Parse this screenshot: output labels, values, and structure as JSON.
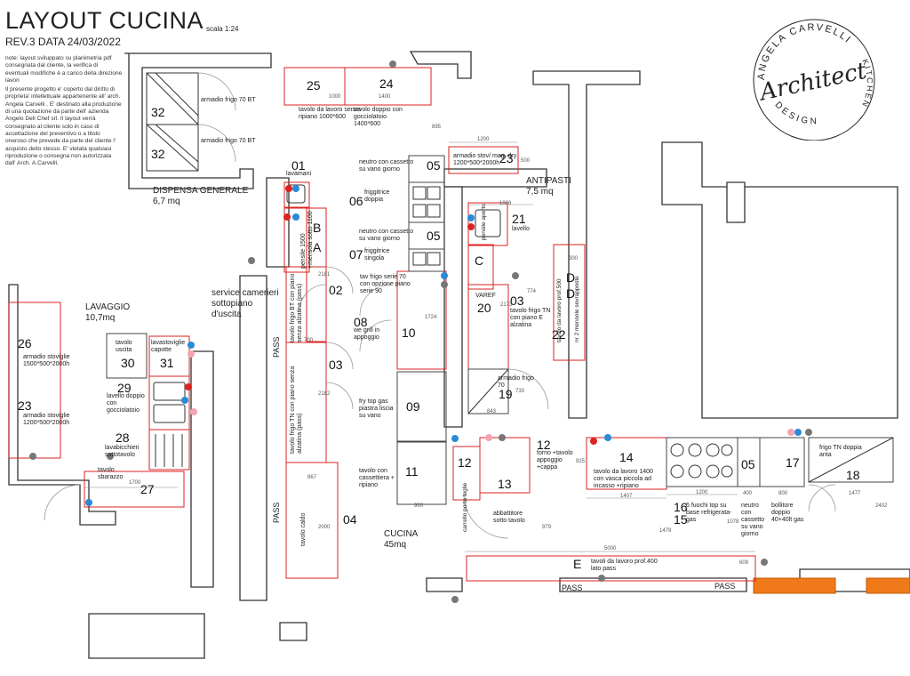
{
  "header": {
    "title": "LAYOUT CUCINA",
    "scale": "scala 1:24",
    "revision": "REV.3  DATA 24/03/2022"
  },
  "notes": [
    "note: layout sviluppato su planimetria pdf consegnata dal cliente, la verifica di eventuali modifiche è a carico della direzione lavori",
    "Il presente progetto e' coperto dal diritto di proprieta' intellettuale  appartenente all' arch. Angela Carvelli . E' destinato alla produzione di una quotazione da parte dell' azienda Angelo Dell Chef srl. Il layout verrà consegnato al cliente solo in caso di accettazione del preventivo o a titolo oneroso che prevede da parte del cliente l' acquisto dello stesso. E' vietata qualsiasi riproduzione o consegna non autorizzata dall' Arch. A.Carvelli."
  ],
  "logo": {
    "ring_top": "ANGELA CARVELLI",
    "ring_right": "KITCHEN",
    "ring_bottom": "DESIGN",
    "script": "Architect"
  },
  "rooms": {
    "dispensa": "DISPENSA GENERALE",
    "dispensa_area": "6,7 mq",
    "lavaggio": "LAVAGGIO",
    "lavaggio_area": "10,7mq",
    "service": "service camerieri",
    "service2": "sottopiano",
    "service3": "d'uscita",
    "cucina": "CUCINA",
    "cucina_area": "45mq",
    "antipasti": "ANTIPASTI",
    "antipasti_area": "7,5 mq"
  },
  "pass": {
    "p1": "PASS",
    "p2": "PASS",
    "p3": "PASS",
    "p4": "PASS"
  },
  "numbers": {
    "n01": "01",
    "n02": "02",
    "n03": "03",
    "n03b": "03",
    "n04": "04",
    "n05a": "05",
    "n05b": "05",
    "n05c": "05",
    "n06": "06",
    "n07": "07",
    "n08": "08",
    "n09": "09",
    "n10": "10",
    "n11": "11",
    "n12a": "12",
    "n12b": "12",
    "n13": "13",
    "n14": "14",
    "n15": "15",
    "n16": "16",
    "n17": "17",
    "n18": "18",
    "n19": "19",
    "n20": "20",
    "n21": "21",
    "n22": "22",
    "n23a": "23",
    "n23b": "23",
    "n24": "24",
    "n25": "25",
    "n26": "26",
    "n27": "27",
    "n28": "28",
    "n29": "29",
    "n30": "30",
    "n31": "31",
    "n32a": "32",
    "n32b": "32",
    "nA": "A",
    "nB": "B",
    "nC": "C",
    "nD1": "D",
    "nD2": "D",
    "nE": "E"
  },
  "labels": {
    "l32a": "armadio frigo 70 BT",
    "l32b": "armadio frigo 70 BT",
    "l25": "tavolo da lavoro senza ripiano 1000*600",
    "l24": "tavolo doppio con gocciolatoio 1400*600",
    "l01": "lavamani",
    "l23top": "armadio stov/ mag. dry 1200*500*2000h",
    "l05a": "neutro con cassetto su vano giorno",
    "l06": "friggitrice doppia",
    "l05b": "neutro con cassetto su vano giorno",
    "l07": "friggitrice singola",
    "ltav": "tav frigo serie 70 con opzione piano serie 90",
    "l08": "we grill in appoggio",
    "l09": "fry top gas piastra liscia su vano",
    "l11": "tavolo con cassettiera + ripiano",
    "l21": "lavello",
    "lC": "pensile aperto",
    "lvaref": "VAREF",
    "l03b": "tavolo frigo TN con piano E alzatina",
    "l19": "armadio frigo 70",
    "lDD": "tavolo da lavoro prof.500",
    "l22": "nr 2 mensole sovrapposte",
    "l12": "forno +tavolo appoggio +cappa",
    "l12b": "carrello porta teglie",
    "l13": "abbattitore sotto tavolo",
    "l14": "tavolo da lavoro 1400 con  vasca piccola ad incasso +ripiano",
    "l16": "6 fuochi top su base refrigerata-gas",
    "l05c": "neutro con cassetto su vano giorno",
    "l17": "bollitore doppio 40+40lt gas",
    "l18": "frigo TN doppia anta",
    "lE": "tavoli da lavoro prof.400 lato pass",
    "lA": "pensile 1500 +mensola sotto 1100",
    "l02": "tavolo frigo BT con piano senza alzatina (pass)",
    "l03a": "tavolo frigo TN con piano senza alzatina (pass)",
    "l04": "tavolo caldo",
    "l26": "armadio stoviglie 1500*500*2000h",
    "l23b": "armadio stoviglie 1200*500*2000h",
    "l30": "tavolo uscita",
    "l31": "lavastoviglie capotte",
    "l29": "lavello doppio con gocciolatoio",
    "l28": "lavabicchieri sottotavolo",
    "l27": "tavolo sbarazzo"
  },
  "dims": {
    "d1000": "1000",
    "d1400": "1400",
    "d1200": "1200",
    "d895": "895",
    "d1986": "1986",
    "d774": "774",
    "d2173": "2173",
    "d843": "843",
    "d733": "733",
    "d900": "900",
    "d867": "867",
    "d2000": "2000",
    "d2182": "2182",
    "d2181": "2181",
    "d700": "700",
    "d1724": "1724",
    "d1407": "1407",
    "d1200b": "1200",
    "d400": "400",
    "d800": "800",
    "d1477": "1477",
    "d2402": "2402",
    "d5000": "5000",
    "d1479": "1479",
    "d1078": "1078",
    "d979": "979",
    "d925": "925",
    "d1700": "1700",
    "d300": "300",
    "d609": "609",
    "d500": "500"
  }
}
